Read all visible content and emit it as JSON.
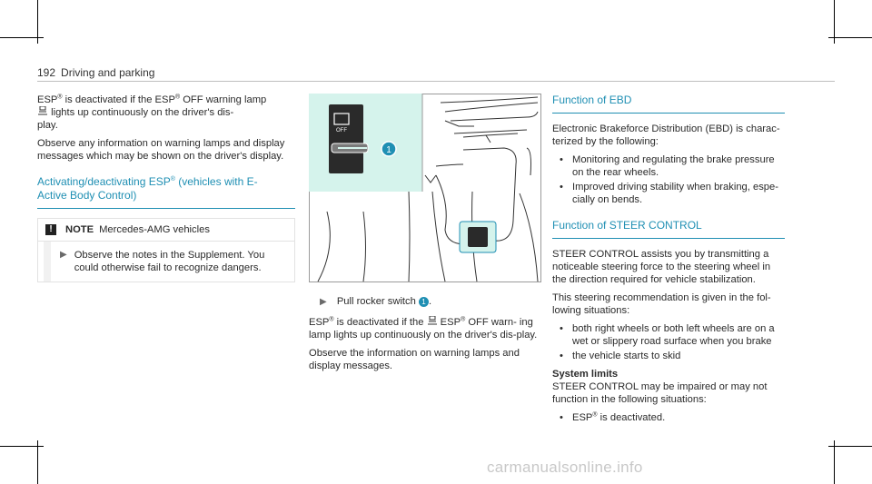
{
  "header": {
    "page_number": "192",
    "section": "Driving and parking"
  },
  "left": {
    "p1_a": "ESP",
    "p1_b": " is deactivated if the ESP",
    "p1_c": " OFF warning lamp",
    "p1_d": " lights up continuously on the driver's dis-",
    "p1_e": "play.",
    "p2": "Observe any information on warning lamps and display messages which may be shown on the driver's display.",
    "heading_a": "Activating/deactivating ESP",
    "heading_b": " (vehicles with E-",
    "heading_c": "Active Body Control)",
    "note_title": "NOTE",
    "note_subject": "Mercedes-AMG vehicles",
    "note_text": "Observe the notes in the Supplement. You could otherwise fail to recognize dangers."
  },
  "middle": {
    "step": "Pull rocker switch",
    "step_badge": "1",
    "callout": "1",
    "p1_a": "ESP",
    "p1_b": " is deactivated if the",
    "p1_c": " ESP",
    "p1_d": " OFF warn-",
    "p1_e": "ing lamp lights up continuously on the driver's dis-play.",
    "p2": "Observe the information on warning lamps and display messages."
  },
  "right": {
    "h1": "Function of EBD",
    "p1": "Electronic Brakeforce Distribution (EBD) is charac-terized by the following:",
    "list1": [
      "Monitoring and regulating the brake pressure on the rear wheels.",
      "Improved driving stability when braking, espe-cially on bends."
    ],
    "h2": "Function of STEER CONTROL",
    "p2": "STEER CONTROL assists you by transmitting a noticeable steering force to the steering wheel in the direction required for vehicle stabilization.",
    "p3": "This steering recommendation is given in the fol-lowing situations:",
    "list2": [
      "both right wheels or both left wheels are on a wet or slippery road surface when you brake",
      "the vehicle starts to skid"
    ],
    "h3": "System limits",
    "p4": "STEER CONTROL may be impaired or may not function in the following situations:",
    "list3_a": "ESP",
    "list3_b": " is deactivated."
  },
  "reg_mark": "®",
  "watermark": "carmanualsonline.info",
  "colors": {
    "accent": "#1f8fb3",
    "illustration_bg": "#d5f3ec",
    "text": "#2a2a2a"
  },
  "icons": [
    "esp-off-icon",
    "note-exclamation-icon",
    "step-arrow-icon",
    "bullet-icon"
  ]
}
